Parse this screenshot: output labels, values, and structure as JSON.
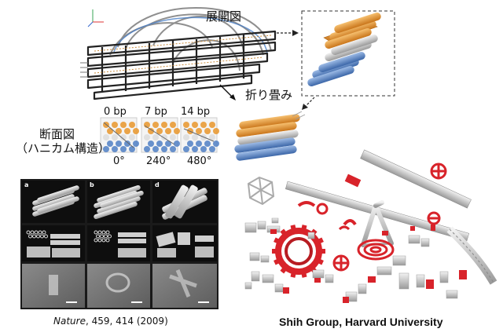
{
  "labels": {
    "unfolded": "展開図",
    "folding": "折り畳み",
    "cross_section_line1": "断面図",
    "cross_section_line2": "（ハニカム構造）"
  },
  "bp_labels": [
    "0 bp",
    "7 bp",
    "14 bp"
  ],
  "angles": [
    "0°",
    "240°",
    "480°"
  ],
  "micrograph_panels": [
    "a",
    "b",
    "d"
  ],
  "citation": {
    "journal": "Nature",
    "ref": ", 459, 414 (2009)"
  },
  "credit": "Shih Group, Harvard University",
  "colors": {
    "orange": "#e8952a",
    "blue": "#4f7fc4",
    "red": "#d8232a",
    "grey": "#b9b9b9"
  }
}
